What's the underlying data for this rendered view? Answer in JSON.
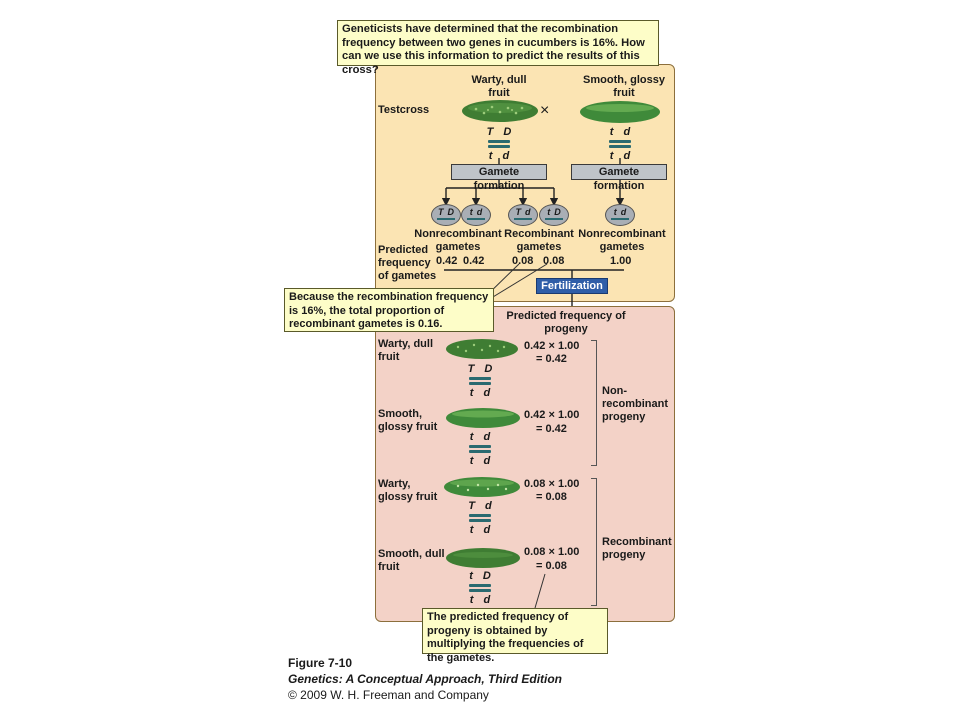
{
  "question": "Geneticists have determined that the recombination frequency between two genes in cucumbers is 16%. How can we use this information to predict the results of this cross?",
  "testcross_label": "Testcross",
  "parents": {
    "left": {
      "label": "Warty, dull fruit",
      "top": [
        "T",
        "D"
      ],
      "bottom": [
        "t",
        "d"
      ]
    },
    "right": {
      "label": "Smooth, glossy fruit",
      "top": [
        "t",
        "d"
      ],
      "bottom": [
        "t",
        "d"
      ]
    },
    "cross_symbol": "×"
  },
  "gamete_formation": "Gamete formation",
  "gametes": [
    {
      "alleles": [
        "T",
        "D"
      ]
    },
    {
      "alleles": [
        "t",
        "d"
      ]
    },
    {
      "alleles": [
        "T",
        "d"
      ]
    },
    {
      "alleles": [
        "t",
        "D"
      ]
    },
    {
      "alleles": [
        "t",
        "d"
      ]
    }
  ],
  "gamete_types": {
    "nonrecombinant_left": "Nonrecombinant gametes",
    "recombinant": "Recombinant gametes",
    "nonrecombinant_right": "Nonrecombinant gametes"
  },
  "predicted_gametes_label": "Predicted frequency of gametes",
  "gamete_frequencies": [
    "0.42",
    "0.42",
    "0.08",
    "0.08",
    "1.00"
  ],
  "fertilization": "Fertilization",
  "recomb_note": "Because the recombination frequency is 16%, the total proportion of recombinant gametes is 0.16.",
  "progeny_header": "Predicted frequency of progeny",
  "progeny": [
    {
      "label": "Warty, dull fruit",
      "top": [
        "T",
        "D"
      ],
      "bottom": [
        "t",
        "d"
      ],
      "calc": "0.42 × 1.00",
      "result": "= 0.42"
    },
    {
      "label": "Smooth, glossy fruit",
      "top": [
        "t",
        "d"
      ],
      "bottom": [
        "t",
        "d"
      ],
      "calc": "0.42 × 1.00",
      "result": "= 0.42"
    },
    {
      "label": "Warty, glossy fruit",
      "top": [
        "T",
        "d"
      ],
      "bottom": [
        "t",
        "d"
      ],
      "calc": "0.08 × 1.00",
      "result": "= 0.08"
    },
    {
      "label": "Smooth, dull fruit",
      "top": [
        "t",
        "D"
      ],
      "bottom": [
        "t",
        "d"
      ],
      "calc": "0.08 × 1.00",
      "result": "= 0.08"
    }
  ],
  "group_labels": {
    "nonrecombinant": "Non-recombinant progeny",
    "recombinant": "Recombinant progeny"
  },
  "progeny_note": "The predicted frequency of progeny is obtained by multiplying the frequencies of the gametes.",
  "caption": {
    "figure": "Figure 7-10",
    "book": "Genetics: A Conceptual Approach, Third Edition",
    "copyright": "© 2009 W. H. Freeman and Company"
  },
  "colors": {
    "top_panel": "#fbe4b3",
    "bottom_panel": "#f3d2c7",
    "callout": "#fdfdc8",
    "fertilization": "#2f5ea8",
    "chromosome": "#2a6a70",
    "cucumber": "#3f8a3a"
  }
}
